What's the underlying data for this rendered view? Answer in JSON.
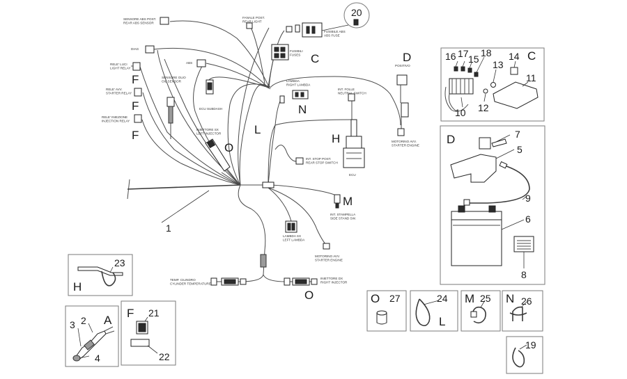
{
  "numbers": {
    "n1": "1",
    "n2": "2",
    "n3": "3",
    "n4": "4",
    "n5": "5",
    "n6": "6",
    "n7": "7",
    "n8": "8",
    "n9": "9",
    "n10": "10",
    "n11": "11",
    "n12": "12",
    "n13": "13",
    "n14": "14",
    "n15": "15",
    "n16": "16",
    "n17": "17",
    "n18": "18",
    "n19": "19",
    "n20": "20",
    "n21": "21",
    "n22": "22",
    "n23": "23",
    "n24": "24",
    "n25": "25",
    "n26": "26",
    "n27": "27"
  },
  "letters": {
    "C": "C",
    "D": "D",
    "F": "F",
    "H": "H",
    "L": "L",
    "M": "M",
    "N": "N",
    "O": "O",
    "A": "A"
  },
  "labels": {
    "rear_abs_sensor": [
      "SENSORE ABS POST.",
      "REAR ABS SENSOR"
    ],
    "rear_light": [
      "FANALE POST.",
      "REAR LIGHT"
    ],
    "fusible_abs": [
      "FUSIBILE ABS",
      "ABS FUSE"
    ],
    "diag": [
      "DIAG"
    ],
    "fuses": [
      "FUSIBILI",
      "FUSES"
    ],
    "positivo": [
      "POSITIVO"
    ],
    "abs": [
      "ABS"
    ],
    "light_relay": [
      "RELE' LUCI",
      "LIGHT RELAY"
    ],
    "oil_sensor": [
      "SENSORE OLIO",
      "OIL SENSOR"
    ],
    "lambda_right": [
      "LAMBDA",
      "RIGHT LAMBDA"
    ],
    "neutral_switch": [
      "INT. FOLLE",
      "NEUTRAL SWITCH"
    ],
    "starter_relay": [
      "RELE' AVV.",
      "STARTER RELAY"
    ],
    "ecu_sub_dash": [
      "ECU SUBDASH"
    ],
    "motor_avv": [
      "MOTORINO AVV.",
      "STARTER ENGINE"
    ],
    "injection_relay": [
      "RELE' INIEZIONE",
      "INJECTION RELAY"
    ],
    "left_injector": [
      "INIETTORE SX",
      "LEFT INJECTOR"
    ],
    "rear_stop": [
      "INT. STOP POST.",
      "REAR STOP SWITCH"
    ],
    "ecu": [
      "ECU"
    ],
    "side_stand": [
      "INT. STAMPELLA",
      "SIDE STAND SW."
    ],
    "lambda_left": [
      "LAMBDA SX",
      "LEFT LAMBDA"
    ],
    "starter_engine": [
      "MOTORINO AVV.",
      "STARTER ENGINE"
    ],
    "cylinder_temp": [
      "TEMP. CILINDRO",
      "CYLINDER TEMPERATURE"
    ],
    "right_injector": [
      "INIETTORE DX",
      "RIGHT INJECTOR"
    ]
  }
}
